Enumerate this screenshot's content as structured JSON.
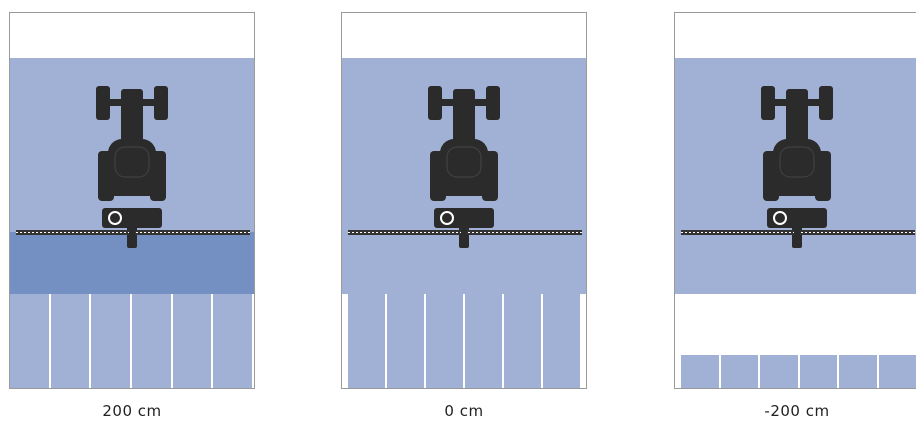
{
  "panels": [
    {
      "caption": "200 cm",
      "overlap_cm": 200
    },
    {
      "caption": "0 cm",
      "overlap_cm": 0
    },
    {
      "caption": "-200 cm",
      "overlap_cm": -200
    }
  ],
  "colors": {
    "worked_area": "#a0b1d5",
    "overlap_area": "#7490c2",
    "tractor": "#2b2b2b",
    "boom": "#333333"
  },
  "icons": [
    "tractor-icon",
    "boom-icon"
  ]
}
